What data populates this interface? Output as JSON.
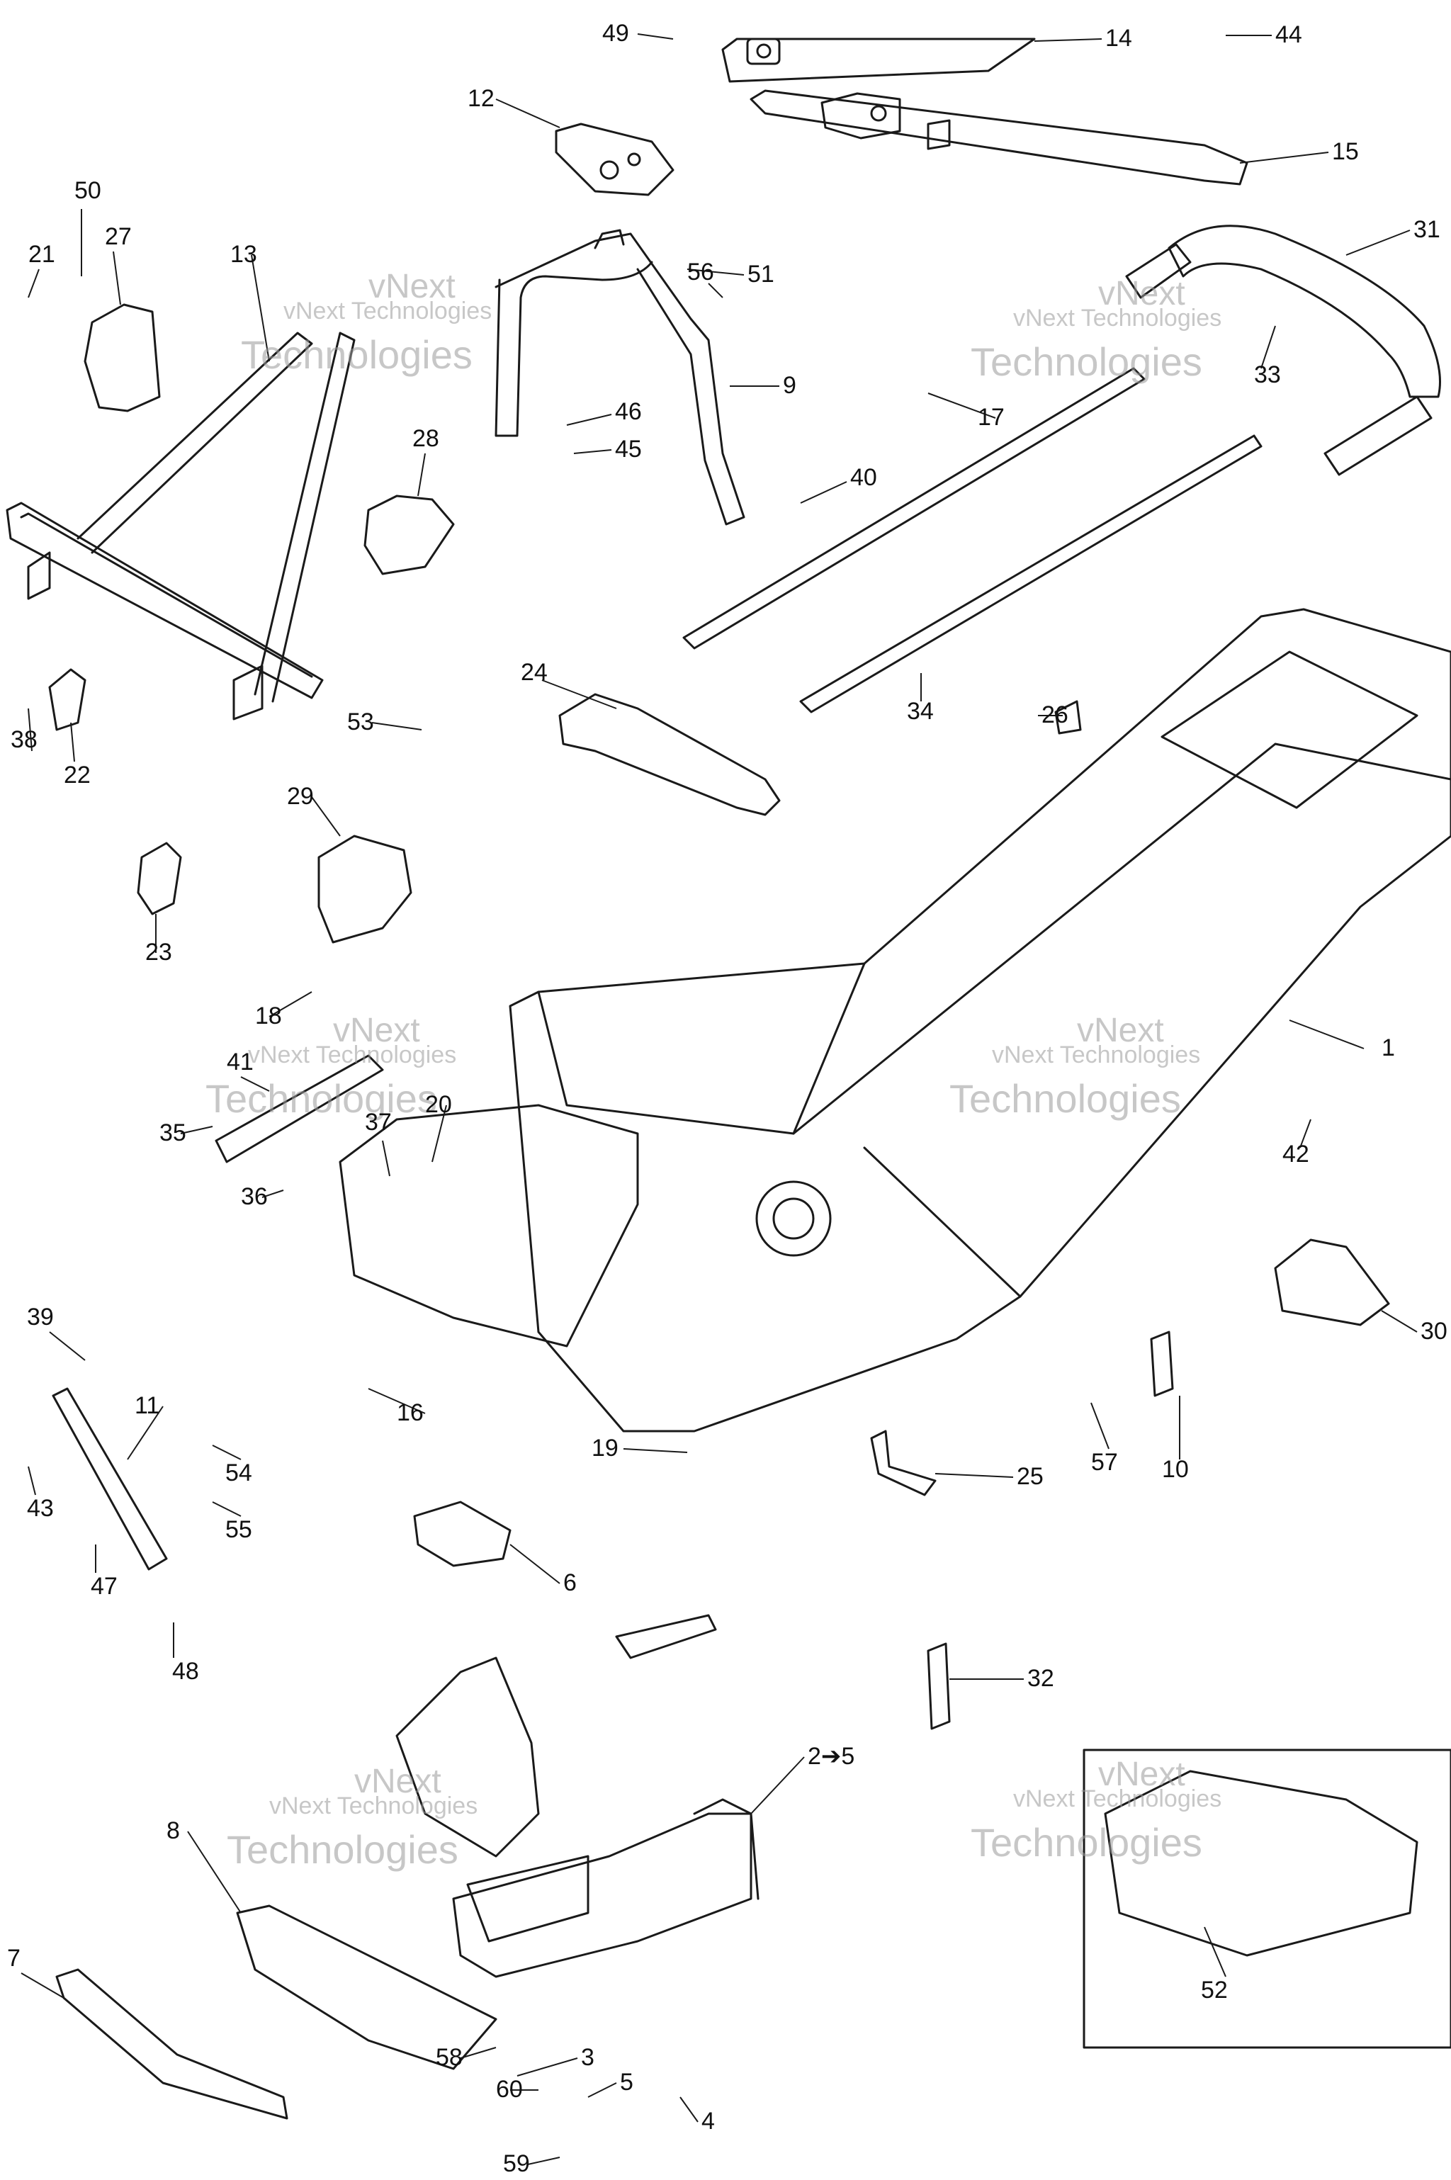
{
  "watermark": {
    "line1": "vNext",
    "line2": "Technologies",
    "line3": "vNext Technologies"
  },
  "callouts": [
    "1",
    "2➔5",
    "3",
    "4",
    "5",
    "6",
    "7",
    "8",
    "9",
    "10",
    "11",
    "12",
    "13",
    "14",
    "15",
    "16",
    "17",
    "18",
    "19",
    "20",
    "21",
    "22",
    "23",
    "24",
    "25",
    "26",
    "27",
    "28",
    "29",
    "30",
    "31",
    "32",
    "33",
    "34",
    "35",
    "36",
    "37",
    "38",
    "39",
    "40",
    "41",
    "42",
    "43",
    "44",
    "45",
    "46",
    "47",
    "48",
    "49",
    "50",
    "51",
    "52",
    "53",
    "54",
    "55",
    "56",
    "57",
    "58",
    "59",
    "60"
  ]
}
